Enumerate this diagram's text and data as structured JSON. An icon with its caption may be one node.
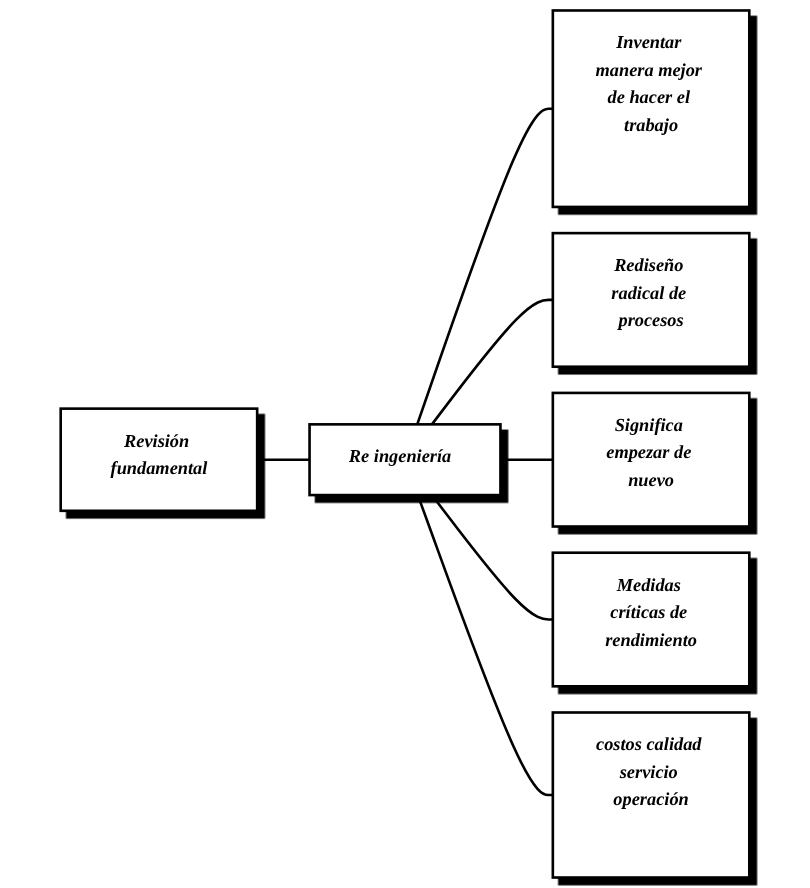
{
  "diagram": {
    "nodes": [
      {
        "text": [
          "Revisión fundamental"
        ]
      },
      {
        "text": [
          "Inventar manera mejor de hacer el trabajo"
        ]
      },
      {
        "text": [
          "Rediseño radical de procesos"
        ]
      },
      {
        "text": [
          "Re ingeniería"
        ]
      },
      {
        "text": [
          "Significa empezar de nuevo"
        ]
      },
      {
        "text": [
          "Medidas críticas de rendimiento"
        ]
      },
      {
        "text": [
          "costos calidad servicio operación"
        ]
      }
    ],
    "edges": [
      {
        "from": 0,
        "to": 3,
        "arrow": "none"
      },
      {
        "from": 3,
        "to": 1,
        "arrow": "none"
      },
      {
        "from": 3,
        "to": 2,
        "arrow": "none"
      },
      {
        "from": 3,
        "to": 4,
        "arrow": "none"
      },
      {
        "from": 3,
        "to": 5,
        "arrow": "none"
      },
      {
        "from": 3,
        "to": 6,
        "arrow": "none"
      }
    ]
  }
}
